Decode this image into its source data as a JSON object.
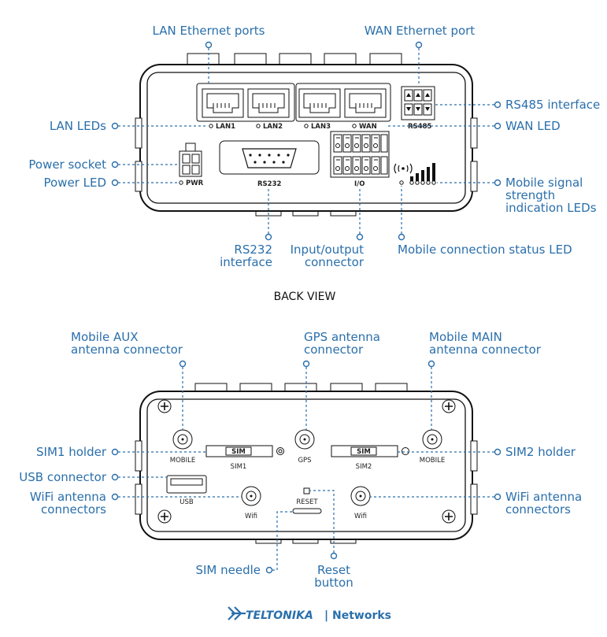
{
  "back_view": {
    "title": "BACK VIEW",
    "labels": {
      "lan_ports": "LAN Ethernet ports",
      "wan_port": "WAN Ethernet port",
      "rs485_interface": "RS485 interface",
      "lan_leds": "LAN LEDs",
      "wan_led": "WAN LED",
      "power_socket": "Power socket",
      "power_led": "Power LED",
      "signal_leds_1": "Mobile signal",
      "signal_leds_2": "strength",
      "signal_leds_3": "indication LEDs",
      "rs232_1": "RS232",
      "rs232_2": "interface",
      "io_1": "Input/output",
      "io_2": "connector",
      "mobile_status_led": "Mobile connection status LED"
    },
    "device_text": {
      "lan1": "LAN1",
      "lan2": "LAN2",
      "lan3": "LAN3",
      "wan": "WAN",
      "rs485": "RS485",
      "pwr": "PWR",
      "rs232": "RS232",
      "io": "I/O"
    }
  },
  "front_view": {
    "labels": {
      "aux_1": "Mobile AUX",
      "aux_2": "antenna connector",
      "gps_1": "GPS antenna",
      "gps_2": "connector",
      "main_1": "Mobile MAIN",
      "main_2": "antenna connector",
      "sim1_holder": "SIM1 holder",
      "sim2_holder": "SIM2 holder",
      "usb_connector": "USB connector",
      "wifi_left_1": "WiFi antenna",
      "wifi_left_2": "connectors",
      "wifi_right_1": "WiFi antenna",
      "wifi_right_2": "connectors",
      "sim_needle": "SIM needle",
      "reset_1": "Reset",
      "reset_2": "button"
    },
    "device_text": {
      "mobile_left": "MOBILE",
      "gps": "GPS",
      "mobile_right": "MOBILE",
      "sim1": "SIM1",
      "sim2": "SIM2",
      "sim_tray": "SIM",
      "usb": "USB",
      "reset": "RESET",
      "wifi": "Wifi"
    }
  },
  "footer": {
    "brand": "TELTONIKA",
    "separator": "|",
    "product_line": "Networks"
  },
  "colors": {
    "accent": "#2a6fab",
    "outline": "#111111"
  }
}
